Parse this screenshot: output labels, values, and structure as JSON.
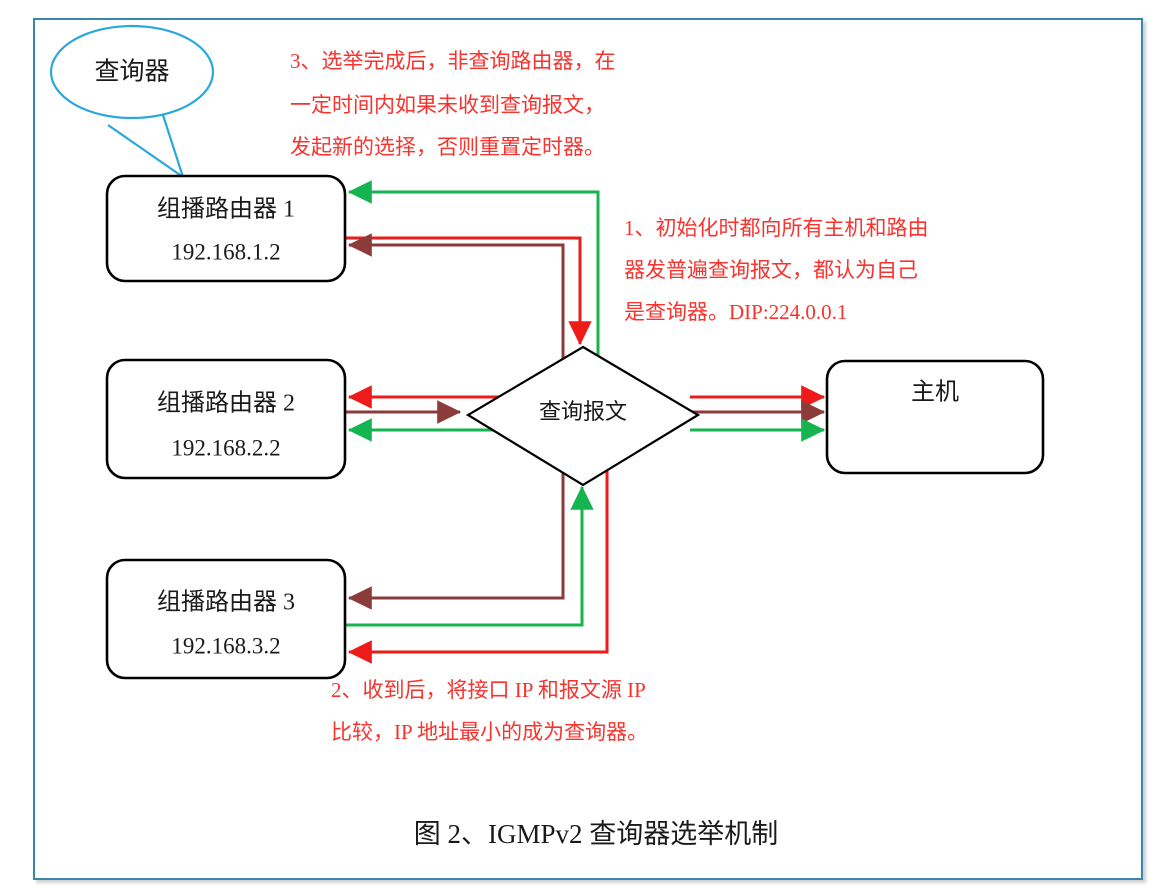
{
  "figure": {
    "caption": "图 2、IGMPv2 查询器选举机制"
  },
  "balloon": {
    "label": "查询器"
  },
  "nodes": {
    "router1": {
      "title": "组播路由器 1",
      "ip": "192.168.1.2"
    },
    "router2": {
      "title": "组播路由器 2",
      "ip": "192.168.2.2"
    },
    "router3": {
      "title": "组播路由器 3",
      "ip": "192.168.3.2"
    },
    "message": {
      "label": "查询报文"
    },
    "host": {
      "label": "主机"
    }
  },
  "notes": {
    "note1": {
      "lines": [
        "1、初始化时都向所有主机和路由",
        "器发普遍查询报文，都认为自己",
        "是查询器。DIP:224.0.0.1"
      ]
    },
    "note2": {
      "lines": [
        "2、收到后，将接口 IP 和报文源 IP",
        "比较，IP 地址最小的成为查询器。"
      ]
    },
    "note3": {
      "lines": [
        "3、选举完成后，非查询路由器，在",
        "一定时间内如果未收到查询报文，",
        "发起新的选择，否则重置定时器。"
      ]
    }
  },
  "colors": {
    "frame": "#3a87ad",
    "balloon": "#29a7de",
    "note": "#f8332e",
    "flow_router1": "#ee1b1b",
    "flow_router2": "#8c3b3b",
    "flow_router3": "#16b451",
    "shape_stroke": "#000000"
  }
}
